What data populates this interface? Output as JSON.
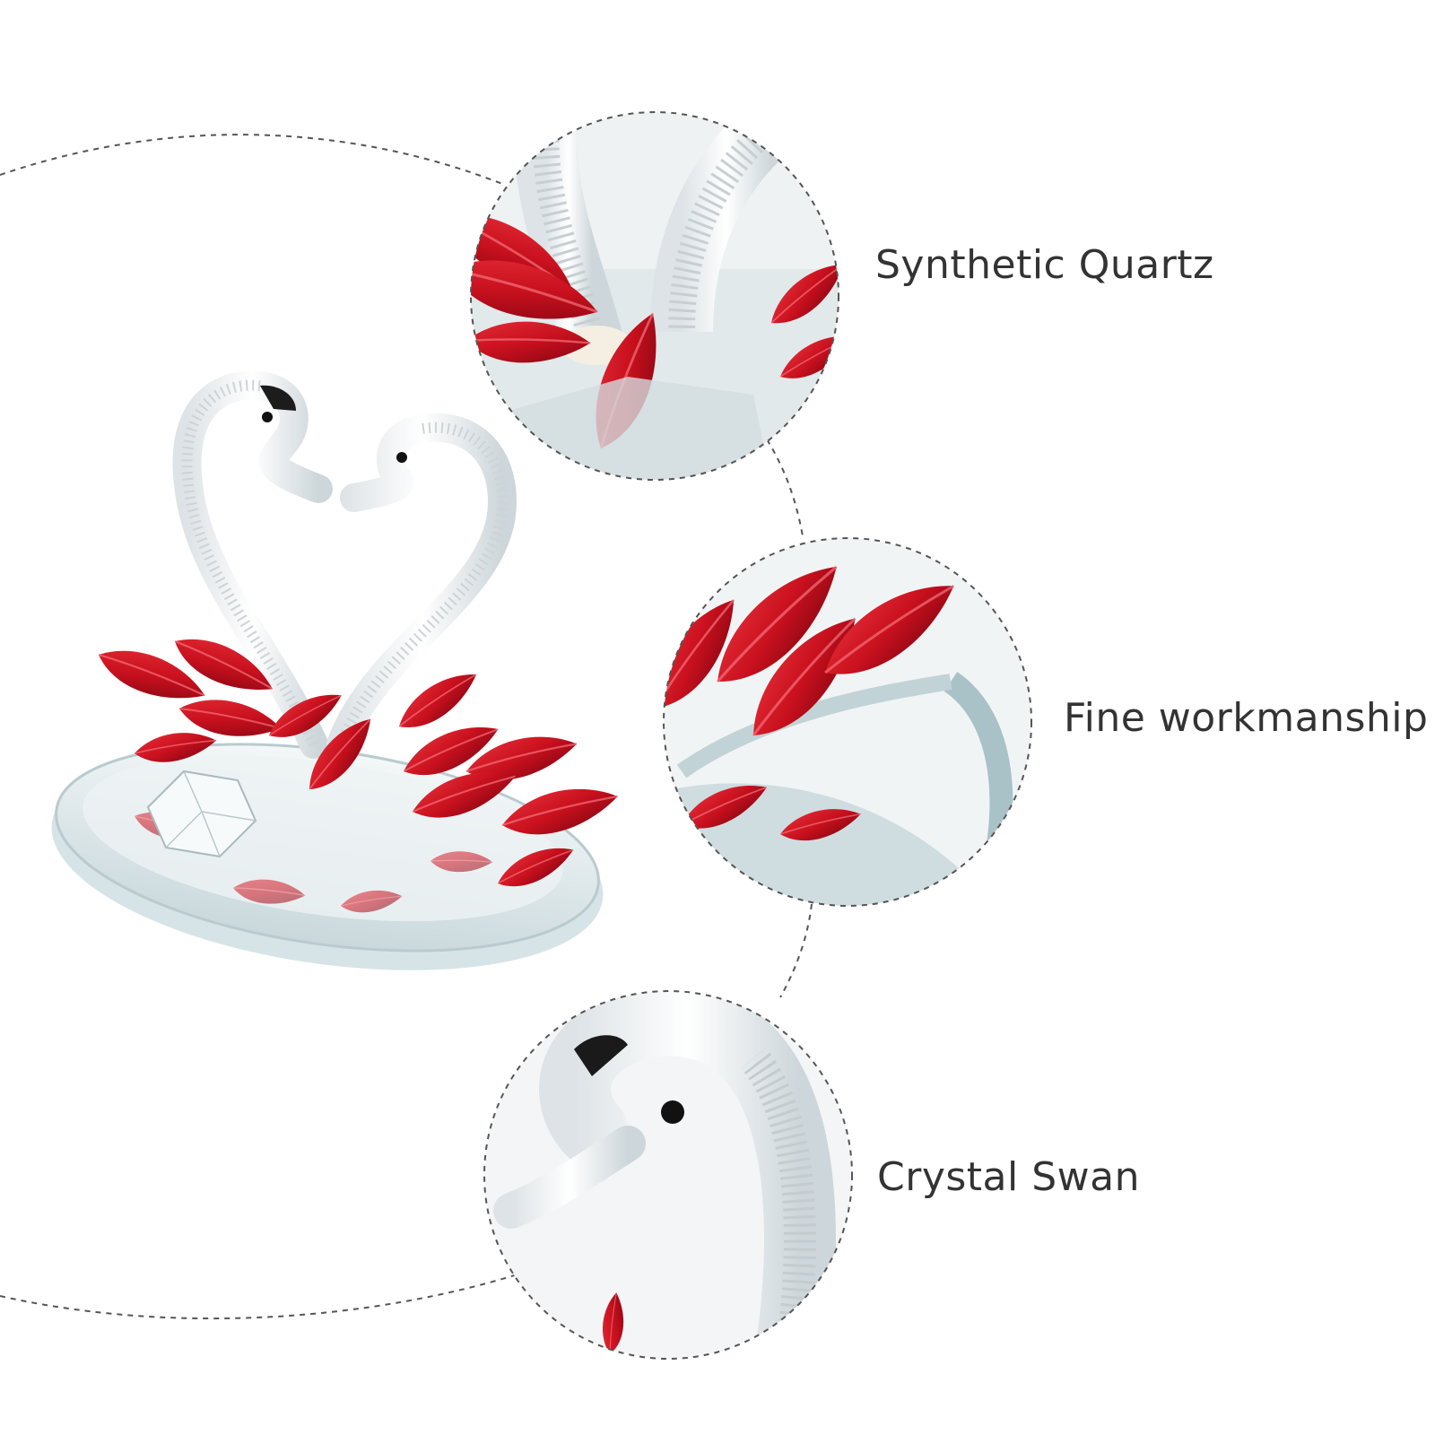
{
  "features": [
    {
      "label": "Synthetic Quartz",
      "icon": "swan-neck-closeup-icon"
    },
    {
      "label": "Fine workmanship",
      "icon": "red-crystal-feathers-closeup-icon"
    },
    {
      "label": "Crystal Swan",
      "icon": "swan-head-closeup-icon"
    }
  ],
  "colors": {
    "crystal_red": "#c8101e",
    "dark_red": "#8a0610",
    "glass": "#e6eef0",
    "text": "#333333",
    "dash": "#555555"
  },
  "product_image": "double-swan-crystal-figurine"
}
